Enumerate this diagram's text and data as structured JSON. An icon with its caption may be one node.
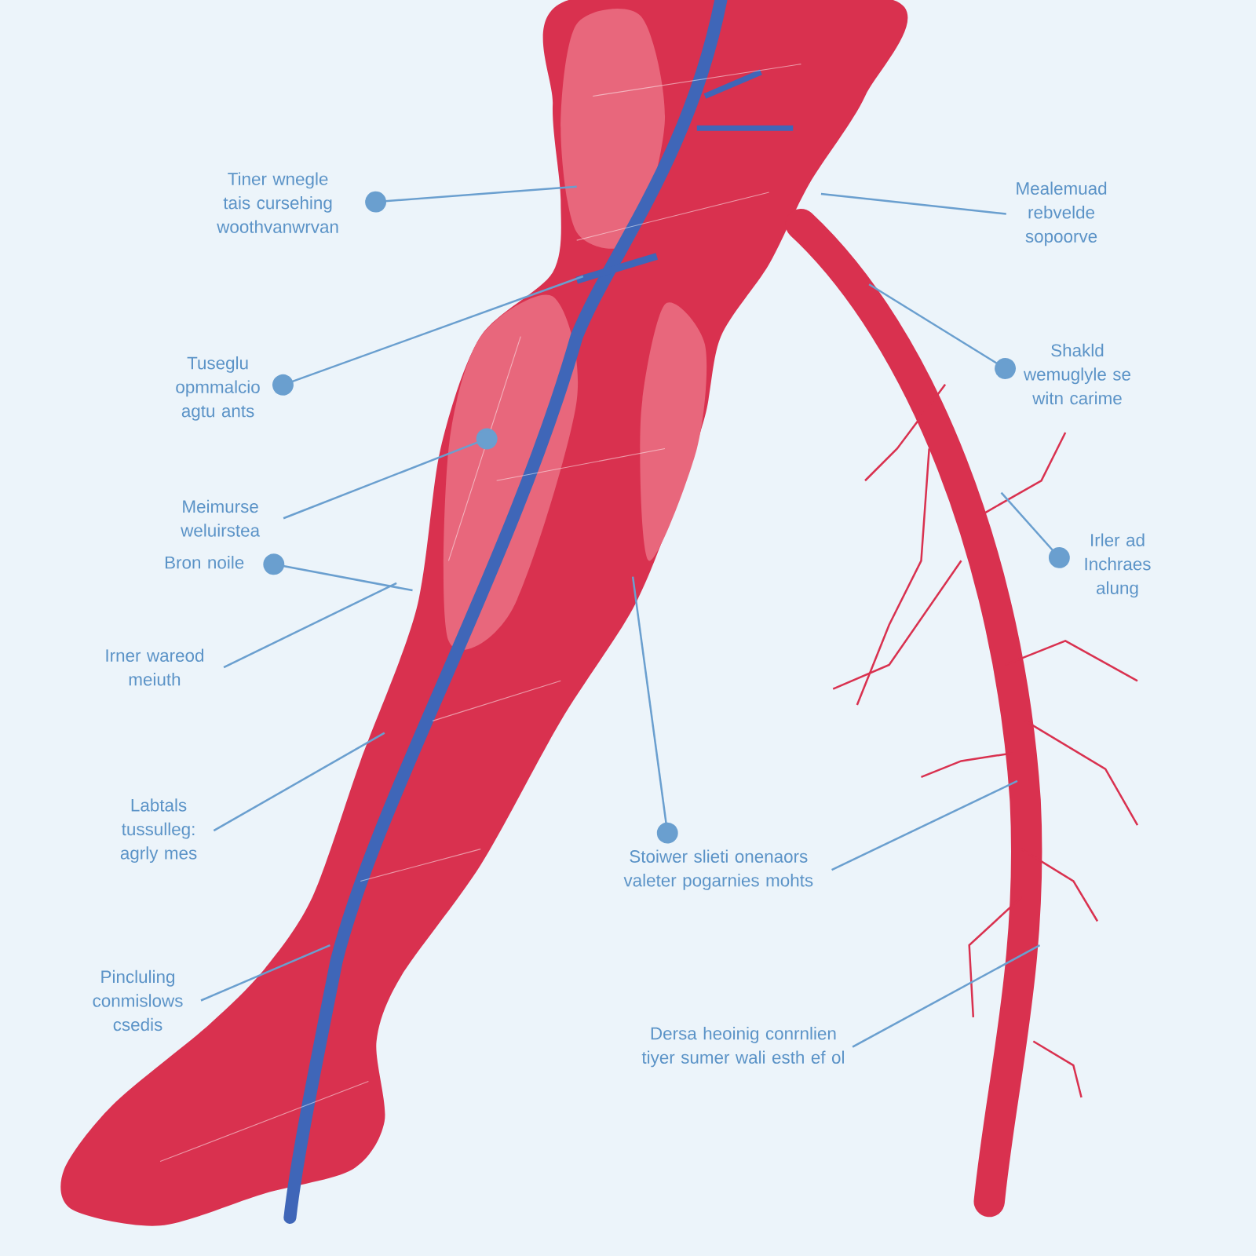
{
  "diagram": {
    "nodes": [
      {
        "text": [
          "Tiner wnegle tais cursehing woothvanwrvan"
        ]
      },
      {
        "text": [
          "Mealemuad rebvelde sopoorve"
        ]
      },
      {
        "text": [
          "Tuseglu opmmalcio agtu ants"
        ]
      },
      {
        "text": [
          "Shakld wemuglyle se witn carime"
        ]
      },
      {
        "text": [
          "Meimurse weluirstea"
        ]
      },
      {
        "text": [
          "Bron noile"
        ]
      },
      {
        "text": [
          "Irler ad Inchraes alung"
        ]
      },
      {
        "text": [
          "Irner wareod meiuth"
        ]
      },
      {
        "text": [
          "Labtals tussulleg: agrly mes"
        ]
      },
      {
        "text": [
          "Stoiwer slieti onenaors valeter pogarnies mohts"
        ]
      },
      {
        "text": [
          "Pincluling conmislows csedis"
        ]
      },
      {
        "text": [
          "Dersa heoinig conrnlien tiyer sumer wali esth ef ol"
        ]
      }
    ],
    "edges": [
      {
        "from": 0,
        "to": null,
        "arrow": "other"
      },
      {
        "from": 1,
        "to": null,
        "arrow": "none"
      },
      {
        "from": 2,
        "to": null,
        "arrow": "other"
      },
      {
        "from": 3,
        "to": null,
        "arrow": "other"
      },
      {
        "from": null,
        "to": 4,
        "arrow": "other"
      },
      {
        "from": 5,
        "to": null,
        "arrow": "other"
      },
      {
        "from": 6,
        "to": null,
        "arrow": "other"
      },
      {
        "from": 7,
        "to": null,
        "arrow": "none"
      },
      {
        "from": 8,
        "to": null,
        "arrow": "none"
      },
      {
        "from": 9,
        "to": null,
        "arrow": "other"
      },
      {
        "from": 9,
        "to": null,
        "arrow": "none"
      },
      {
        "from": 10,
        "to": null,
        "arrow": "none"
      },
      {
        "from": 11,
        "to": null,
        "arrow": "none"
      }
    ]
  }
}
